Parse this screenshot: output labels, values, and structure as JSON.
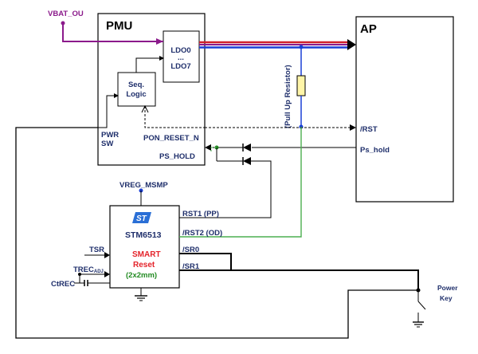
{
  "labels": {
    "vbat": "VBAT_OU",
    "pmu": "PMU",
    "ap": "AP",
    "ldo_top": "LDO0",
    "ldo_dots": "...",
    "ldo_bottom": "LDO7",
    "seq_line1": "Seq.",
    "seq_line2": "Logic",
    "pwr": "PWR",
    "sw": "SW",
    "pull_up": "(Pull Up Resistor)",
    "pon_reset": "PON_RESET_N",
    "ps_hold": "PS_HOLD",
    "rst": "/RST",
    "ps_hold_ap": "Ps_hold",
    "vreg": "VREG_MSMP",
    "st_logo": "ST",
    "stm": "STM6513",
    "smart": "SMART",
    "reset": "Reset",
    "size": "(2x2mm)",
    "rst1": "RST1 (PP)",
    "rst2": "/RST2 (OD)",
    "sr0": "/SR0",
    "sr1": "/SR1",
    "tsr": "TSR",
    "trec": "TRECADJ",
    "ctrec": "CtREC",
    "power_key_line1": "Power",
    "power_key_line2": "Key"
  },
  "colors": {
    "purple": "#8b1a8b",
    "navy": "#1f2f6b",
    "red": "#e4232a",
    "green": "#228b22",
    "blue_bus": "#1a3fd6",
    "green_wire": "#4caf50",
    "resistor_fill": "#fff5a8",
    "st_blue": "#2a6fd6"
  }
}
